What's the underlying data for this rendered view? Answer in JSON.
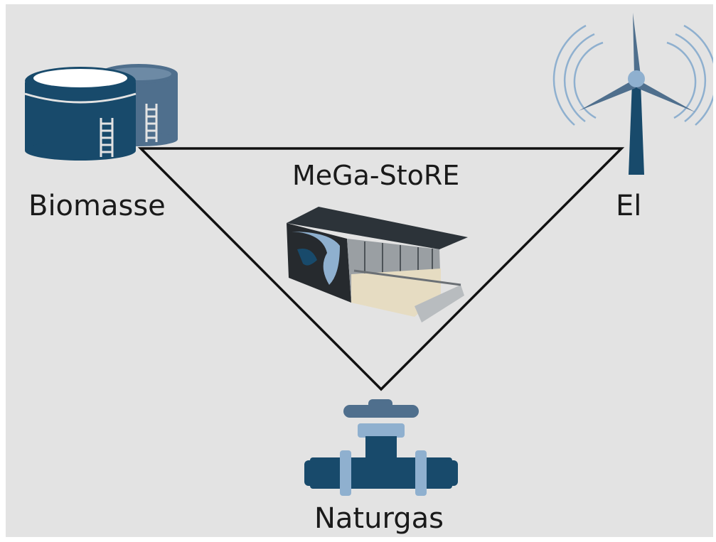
{
  "diagram": {
    "center_label": "MeGa-StoRE",
    "nodes": [
      {
        "label": "Biomasse",
        "icon": "biogas-tanks-icon"
      },
      {
        "label": "El",
        "icon": "wind-turbine-icon"
      },
      {
        "label": "Naturgas",
        "icon": "gas-valve-pipe-icon"
      }
    ],
    "center_icon": "plant-container-icon"
  },
  "colors": {
    "background": "#e3e3e3",
    "dark_blue": "#184a6b",
    "mid_blue": "#4f6f8d",
    "light_blue": "#8fb0cf",
    "line": "#111111"
  }
}
